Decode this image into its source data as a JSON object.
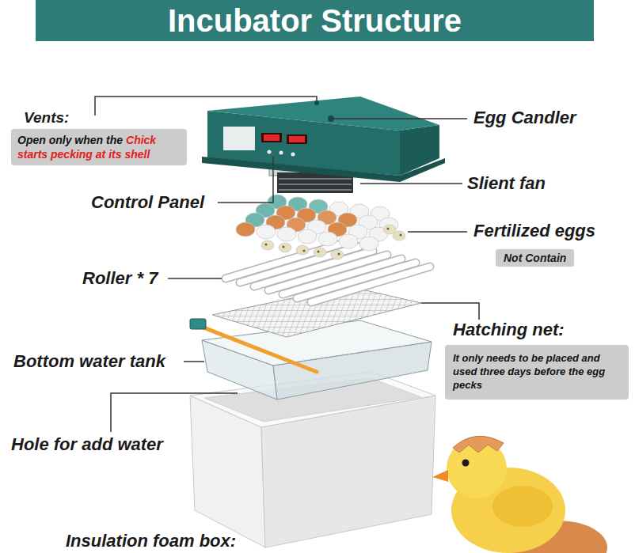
{
  "diagram": {
    "title": "Incubator Structure",
    "nodes": [
      {
        "text": [
          "Vents:",
          "Open only when the",
          "Chick starts pecking at its shell"
        ]
      },
      {
        "text": [
          "Fertilized eggs",
          "Not Contain"
        ]
      },
      {
        "text": [
          "Hatching net:",
          "It only needs to be placed and used three days before the egg pecks"
        ]
      }
    ],
    "labels": [
      "Egg Candler",
      "Slient fan",
      "Control Panel",
      "Roller * 7",
      "Bottom water tank",
      "Hole for add water",
      "Insulation foam box:"
    ]
  }
}
